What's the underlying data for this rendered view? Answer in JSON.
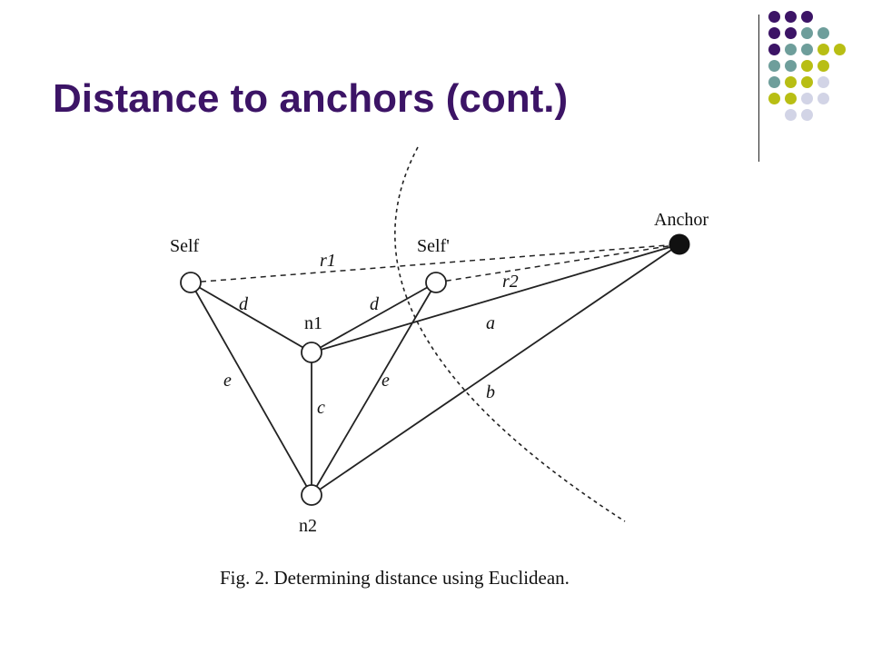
{
  "slide": {
    "title": "Distance to anchors (cont.)"
  },
  "decoration": {
    "dot_colors": [
      "#3c1466",
      "#6e9e9b",
      "#b8be14",
      "#d2d4e6"
    ]
  },
  "diagram": {
    "nodes": {
      "self": "Self",
      "self_prime": "Self'",
      "n1": "n1",
      "n2": "n2",
      "anchor": "Anchor"
    },
    "edges": {
      "r1": "r1",
      "r2": "r2",
      "d_left": "d",
      "d_right": "d",
      "e_left": "e",
      "e_right": "e",
      "c": "c",
      "a": "a",
      "b": "b"
    },
    "caption": "Fig. 2. Determining distance using Euclidean."
  }
}
